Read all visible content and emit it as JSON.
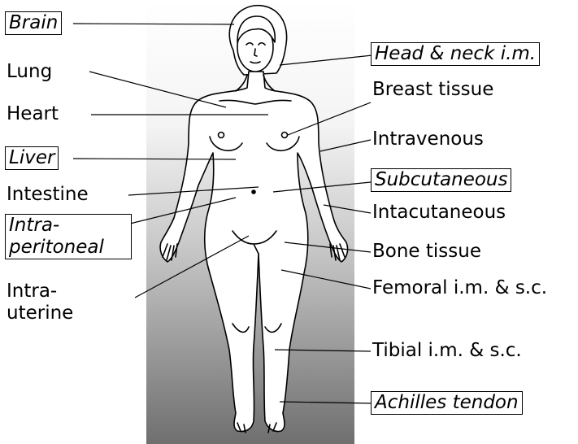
{
  "labels": {
    "brain": "Brain",
    "lung": "Lung",
    "heart": "Heart",
    "liver": "Liver",
    "intestine": "Intestine",
    "intraperitoneal_1": "Intra-",
    "intraperitoneal_2": "peritoneal",
    "intrauterine_1": "Intra-",
    "intrauterine_2": "uterine",
    "head_neck": "Head & neck i.m.",
    "breast": "Breast tissue",
    "intravenous": "Intravenous",
    "subcutaneous": "Subcutaneous",
    "intacutaneous": "Intacutaneous",
    "bone": "Bone tissue",
    "femoral": "Femoral i.m. & s.c.",
    "tibial": "Tibial i.m. & s.c.",
    "achilles": "Achilles tendon"
  },
  "colors": {
    "background_gradient_top": "#ffffff",
    "background_gradient_bottom": "#6f6f6f",
    "outline": "#000000",
    "body_fill": "#ffffff"
  }
}
